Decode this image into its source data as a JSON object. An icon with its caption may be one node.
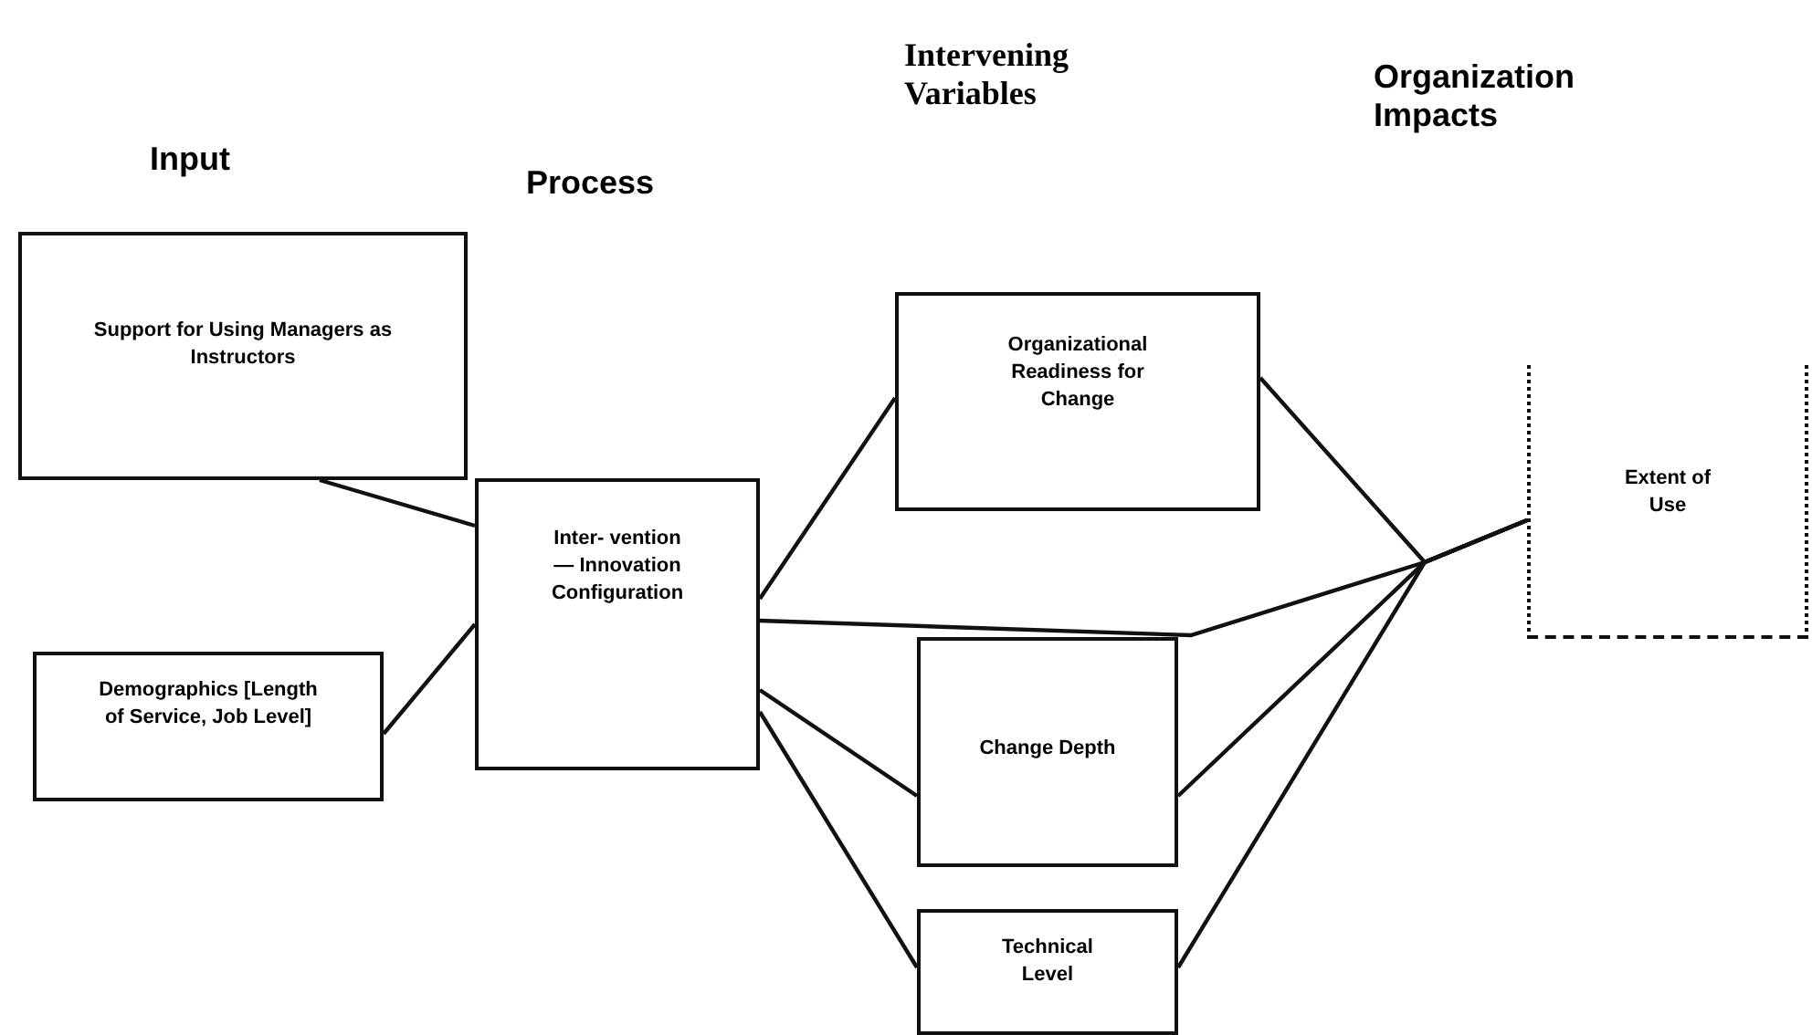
{
  "diagram": {
    "nodes": [
      {
        "text": [
          "Support for Using Managers as Instructors"
        ]
      },
      {
        "text": [
          "Demographics [Length of Service, Job Level]"
        ]
      },
      {
        "text": [
          "Inter- vention— Innovation Configuration"
        ]
      },
      {
        "text": [
          "Organizational Readiness for Change"
        ]
      },
      {
        "text": [
          "Change Depth"
        ]
      },
      {
        "text": [
          "Technical Level"
        ]
      },
      {
        "text": [
          "Extent of Use"
        ]
      }
    ],
    "edges": [
      {
        "from": 0,
        "to": 2,
        "arrow": "none"
      },
      {
        "from": 1,
        "to": 2,
        "arrow": "none"
      },
      {
        "from": 2,
        "to": 3,
        "arrow": "none"
      },
      {
        "from": 2,
        "to": 6,
        "arrow": "none"
      },
      {
        "from": 2,
        "to": 4,
        "arrow": "none"
      },
      {
        "from": 2,
        "to": 5,
        "arrow": "none"
      },
      {
        "from": 3,
        "to": 6,
        "arrow": "none"
      },
      {
        "from": 4,
        "to": 6,
        "arrow": "none"
      },
      {
        "from": 5,
        "to": 6,
        "arrow": "none"
      }
    ],
    "labels": [
      "Input",
      "Process",
      "Intervening Variables",
      "Organization Impacts"
    ]
  }
}
